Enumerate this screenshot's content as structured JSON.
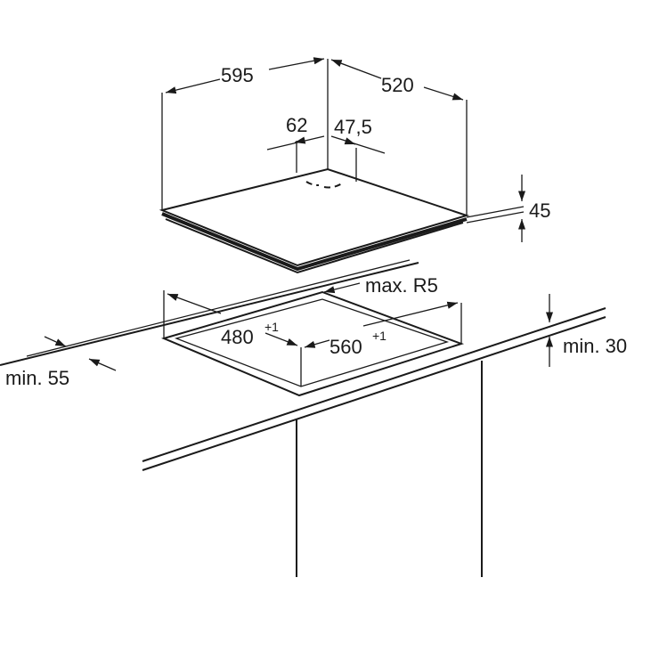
{
  "diagram": {
    "colors": {
      "line": "#1a1a1a",
      "background": "#ffffff"
    },
    "labels": {
      "width": "595",
      "depth": "520",
      "offset_left": "62",
      "offset_right": "47,5",
      "height": "45",
      "corner_radius": "max. R5",
      "cutout_depth": "480",
      "cutout_depth_tol": "+1",
      "cutout_width": "560",
      "cutout_width_tol": "+1",
      "min_front": "min. 55",
      "min_worktop": "min. 30"
    }
  }
}
